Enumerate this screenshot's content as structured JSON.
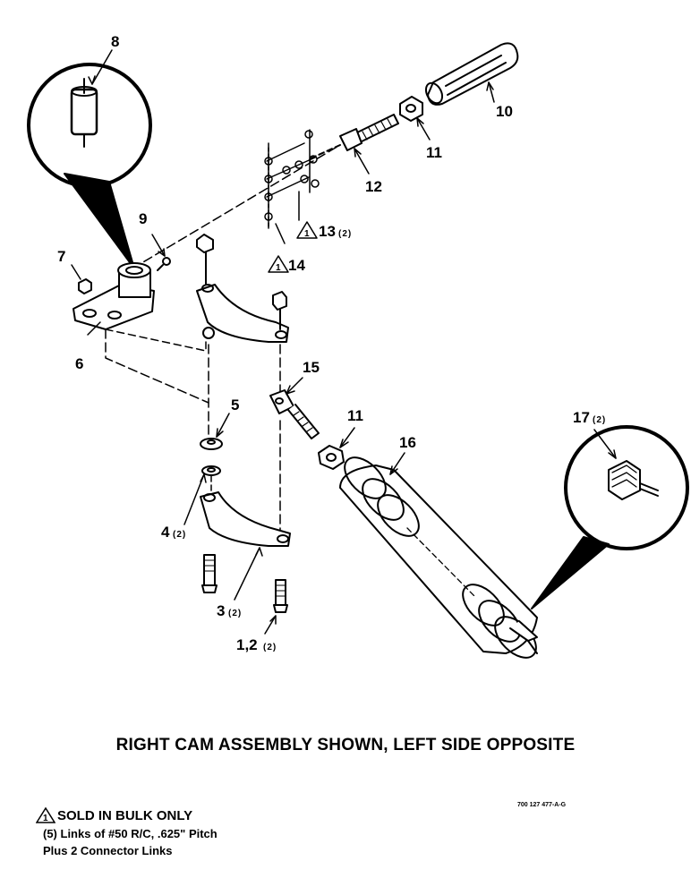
{
  "callouts": [
    {
      "id": "8",
      "label": "8",
      "qty": ""
    },
    {
      "id": "9",
      "label": "9",
      "qty": ""
    },
    {
      "id": "7",
      "label": "7",
      "qty": ""
    },
    {
      "id": "6",
      "label": "6",
      "qty": ""
    },
    {
      "id": "10",
      "label": "10",
      "qty": ""
    },
    {
      "id": "11a",
      "label": "11",
      "qty": ""
    },
    {
      "id": "12",
      "label": "12",
      "qty": ""
    },
    {
      "id": "13",
      "label": "13",
      "qty": "(2)"
    },
    {
      "id": "14",
      "label": "14",
      "qty": ""
    },
    {
      "id": "5",
      "label": "5",
      "qty": ""
    },
    {
      "id": "15",
      "label": "15",
      "qty": ""
    },
    {
      "id": "11b",
      "label": "11",
      "qty": ""
    },
    {
      "id": "16",
      "label": "16",
      "qty": ""
    },
    {
      "id": "17",
      "label": "17",
      "qty": "(2)"
    },
    {
      "id": "4",
      "label": "4",
      "qty": "(2)"
    },
    {
      "id": "3",
      "label": "3",
      "qty": "(2)"
    },
    {
      "id": "1-2",
      "label": "1,2",
      "qty": "(2)"
    }
  ],
  "caption": "RIGHT CAM ASSEMBLY SHOWN, LEFT SIDE OPPOSITE",
  "document_number": "700 127 477-A-G",
  "notes": {
    "note_marker": "1",
    "heading": "SOLD IN BULK ONLY",
    "lines": [
      "(5) Links of #50 R/C, .625\" Pitch",
      "Plus 2 Connector Links"
    ]
  }
}
